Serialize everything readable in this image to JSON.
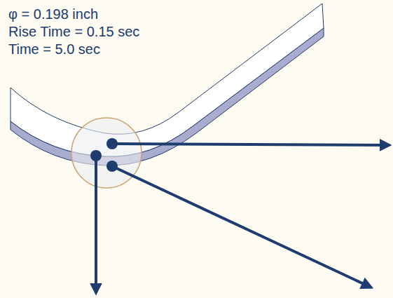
{
  "diagram": {
    "labels": [
      "φ = 0.198 inch",
      "Rise Time = 0.15 sec",
      "Time = 5.0 sec"
    ]
  }
}
